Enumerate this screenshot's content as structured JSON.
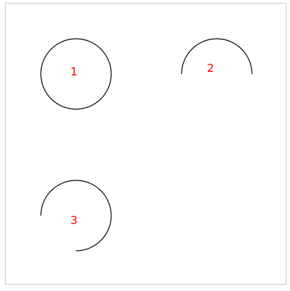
{
  "canvas": {
    "border_color": "#c9c9c9",
    "stroke_color": "#000000",
    "label_color": "#ff0000"
  },
  "shapes": [
    {
      "label": "1",
      "kind": "full-circle"
    },
    {
      "label": "2",
      "kind": "upper-semicircle"
    },
    {
      "label": "3",
      "kind": "three-quarter-arc"
    }
  ]
}
